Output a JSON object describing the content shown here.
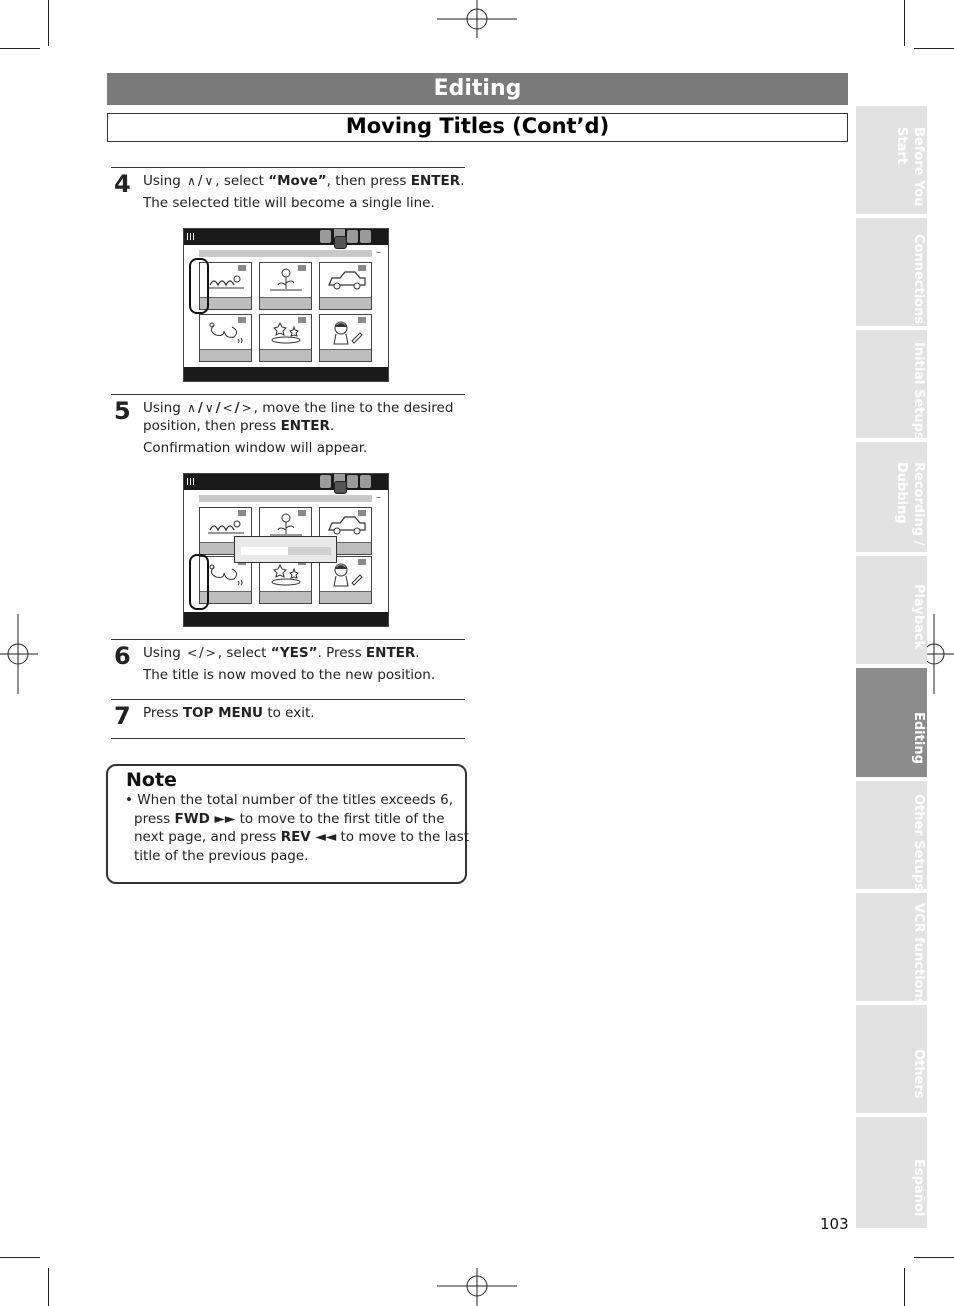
{
  "header": {
    "section_title": "Editing",
    "page_title": "Moving Titles (Cont’d)"
  },
  "side_tabs": [
    {
      "label": "Before You\nStart",
      "active": false
    },
    {
      "label": "Connections",
      "active": false
    },
    {
      "label": "Initial Setups",
      "active": false
    },
    {
      "label": "Recording /\nDubbing",
      "active": false
    },
    {
      "label": "Playback",
      "active": false
    },
    {
      "label": "Editing",
      "active": true
    },
    {
      "label": "Other Setups",
      "active": false
    },
    {
      "label": "VCR functions",
      "active": false
    },
    {
      "label": "Others",
      "active": false
    },
    {
      "label": "Español",
      "active": false
    }
  ],
  "steps": {
    "s4": {
      "number": "4",
      "l1a": "Using",
      "l1b": "/",
      "l1c": ", select",
      "l1d": "“Move”",
      "l1e": ", then press",
      "l1f": "ENTER",
      "l1g": ".",
      "l2": "The selected title will become a single line."
    },
    "s5": {
      "number": "5",
      "l1a": "Using",
      "l1b": "/",
      "l1c": "/",
      "l1d": "/",
      "l1e": ", move the line to the desired",
      "l2a": "position, then press",
      "l2b": "ENTER",
      "l2c": ".",
      "l3": "Confirmation window will appear."
    },
    "s6": {
      "number": "6",
      "l1a": "Using",
      "l1b": "/",
      "l1c": ", select",
      "l1d": "“YES”",
      "l1e": ".  Press",
      "l1f": "ENTER",
      "l1g": ".",
      "l2": "The title is now moved to the new position."
    },
    "s7": {
      "number": "7",
      "l1a": "Press",
      "l1b": "TOP MENU",
      "l1c": "to exit."
    }
  },
  "icons": {
    "up": "up-chevron-icon",
    "down": "down-chevron-icon",
    "left": "left-chevron-icon",
    "right": "right-chevron-icon"
  },
  "note": {
    "title": "Note",
    "bullet": "•",
    "l1": "When the total number of the titles exceeds 6,",
    "l2a": "press",
    "l2b": "FWD ►►",
    "l2c": "to move to the first title of the",
    "l3a": "next page, and press",
    "l3b": "REV ◄◄",
    "l3c": "to move to the last",
    "l4": "title of the previous page."
  },
  "page_number": "103",
  "colors": {
    "header_bar": "#7a7a7a",
    "tab_inactive": "#e2e2e2",
    "tab_active": "#8c8c8c"
  }
}
